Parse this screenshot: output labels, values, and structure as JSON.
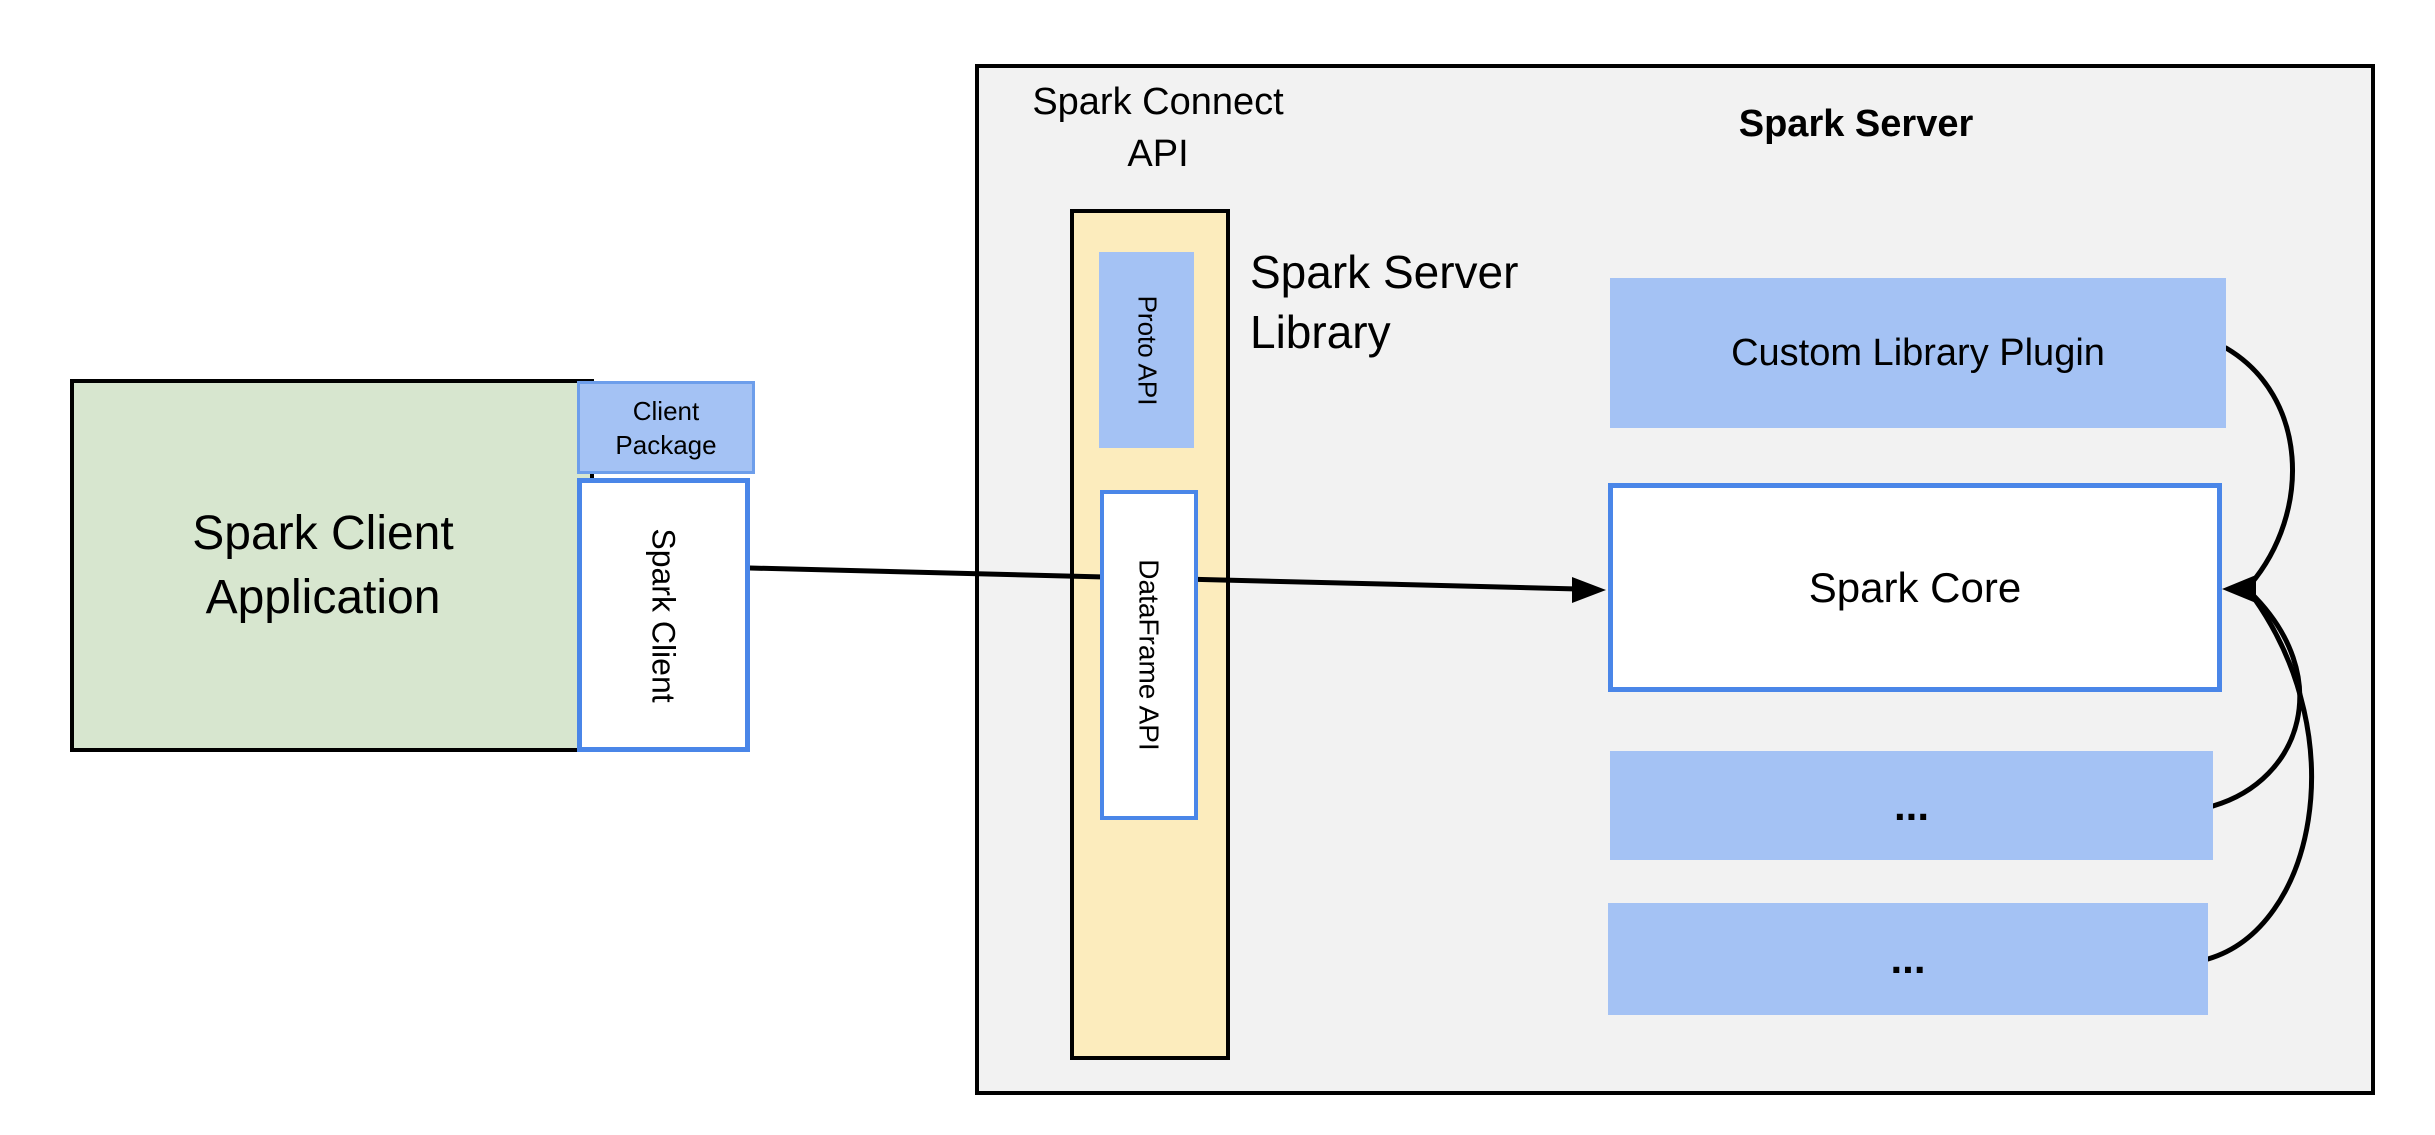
{
  "nodes": {
    "client_application": "Spark Client Application",
    "client_package": "Client Package",
    "spark_client": "Spark Client",
    "connect_api_title": "Spark Connect API",
    "server_title": "Spark Server",
    "proto_api": "Proto API",
    "dataframe_api": "DataFrame API",
    "server_library": "Spark Server Library",
    "custom_library_plugin": "Custom Library Plugin",
    "spark_core": "Spark Core",
    "extension_slot_1": "...",
    "extension_slot_2": "..."
  },
  "colors": {
    "page_background": "#ffffff",
    "server_panel_fill": "#f2f2f2",
    "panel_border": "#000000",
    "client_app_fill": "#d7e6cf",
    "blue_fill": "#a4c2f4",
    "blue_border_light": "#6d9eeb",
    "blue_border": "#4a86e8",
    "library_bar_fill": "#fcecbd",
    "arrow_color": "#000000",
    "text_color": "#000000"
  }
}
